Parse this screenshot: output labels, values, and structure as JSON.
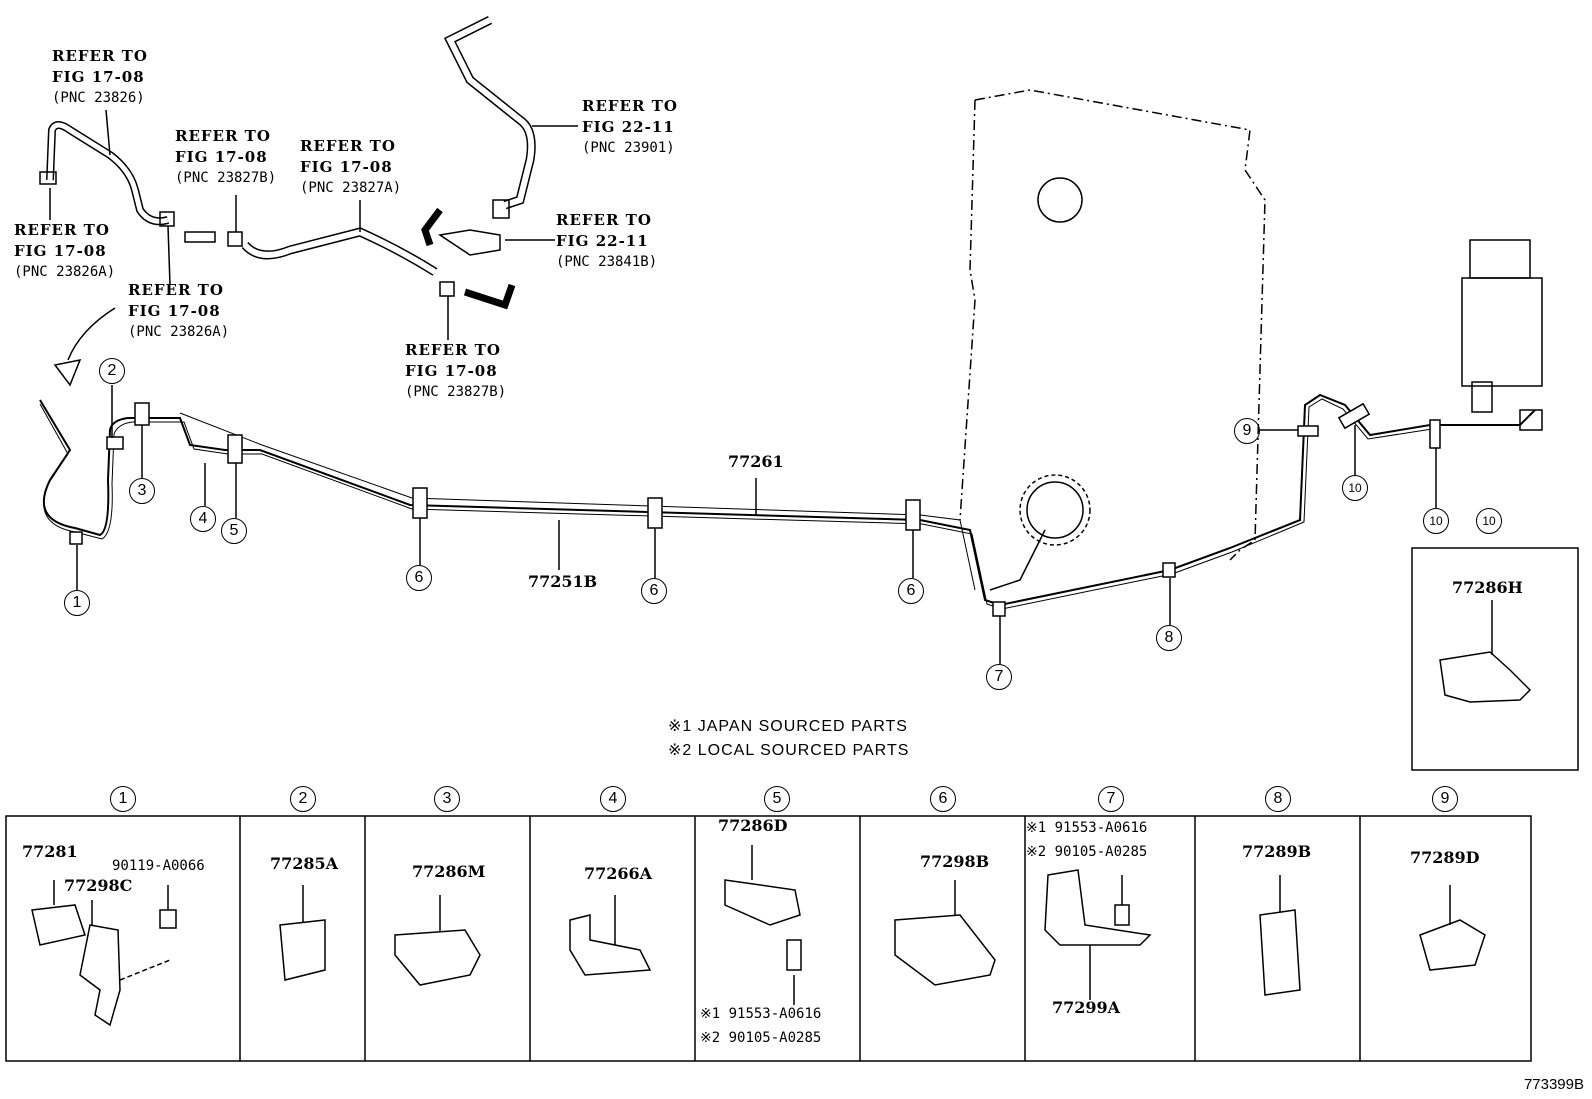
{
  "refs": [
    {
      "id": "r23826",
      "l1": "REFER TO",
      "l2": "FIG 17-08",
      "l3": "(PNC 23826)"
    },
    {
      "id": "r23826a_top",
      "l1": "REFER TO",
      "l2": "FIG 17-08",
      "l3": "(PNC 23826A)"
    },
    {
      "id": "r23826a_mid",
      "l1": "REFER TO",
      "l2": "FIG 17-08",
      "l3": "(PNC 23826A)"
    },
    {
      "id": "r23827b_top",
      "l1": "REFER TO",
      "l2": "FIG 17-08",
      "l3": "(PNC 23827B)"
    },
    {
      "id": "r23827a",
      "l1": "REFER TO",
      "l2": "FIG 17-08",
      "l3": "(PNC 23827A)"
    },
    {
      "id": "r23901",
      "l1": "REFER TO",
      "l2": "FIG 22-11",
      "l3": "(PNC 23901)"
    },
    {
      "id": "r23841b",
      "l1": "REFER TO",
      "l2": "FIG 22-11",
      "l3": "(PNC 23841B)"
    },
    {
      "id": "r23827b_bot",
      "l1": "REFER TO",
      "l2": "FIG 17-08",
      "l3": "(PNC 23827B)"
    }
  ],
  "main_parts": {
    "tube_upper": "77261",
    "tube_lower": "77251B",
    "clamp_h": "77286H"
  },
  "callouts": [
    "1",
    "2",
    "3",
    "4",
    "5",
    "6",
    "6",
    "6",
    "7",
    "8",
    "9",
    "10",
    "10",
    "10"
  ],
  "notes": [
    "※1 JAPAN SOURCED PARTS",
    "※2 LOCAL SOURCED PARTS"
  ],
  "table": [
    {
      "num": "1",
      "parts": [
        "77281",
        "77298C",
        "90119-A0066"
      ]
    },
    {
      "num": "2",
      "parts": [
        "77285A"
      ]
    },
    {
      "num": "3",
      "parts": [
        "77286M"
      ]
    },
    {
      "num": "4",
      "parts": [
        "77266A"
      ]
    },
    {
      "num": "5",
      "parts": [
        "77286D",
        "※1 91553-A0616",
        "※2 90105-A0285"
      ]
    },
    {
      "num": "6",
      "parts": [
        "77298B"
      ]
    },
    {
      "num": "7",
      "parts": [
        "※1 91553-A0616",
        "※2 90105-A0285",
        "77299A"
      ]
    },
    {
      "num": "8",
      "parts": [
        "77289B"
      ]
    },
    {
      "num": "9",
      "parts": [
        "77289D"
      ]
    }
  ],
  "figure_id": "773399B"
}
